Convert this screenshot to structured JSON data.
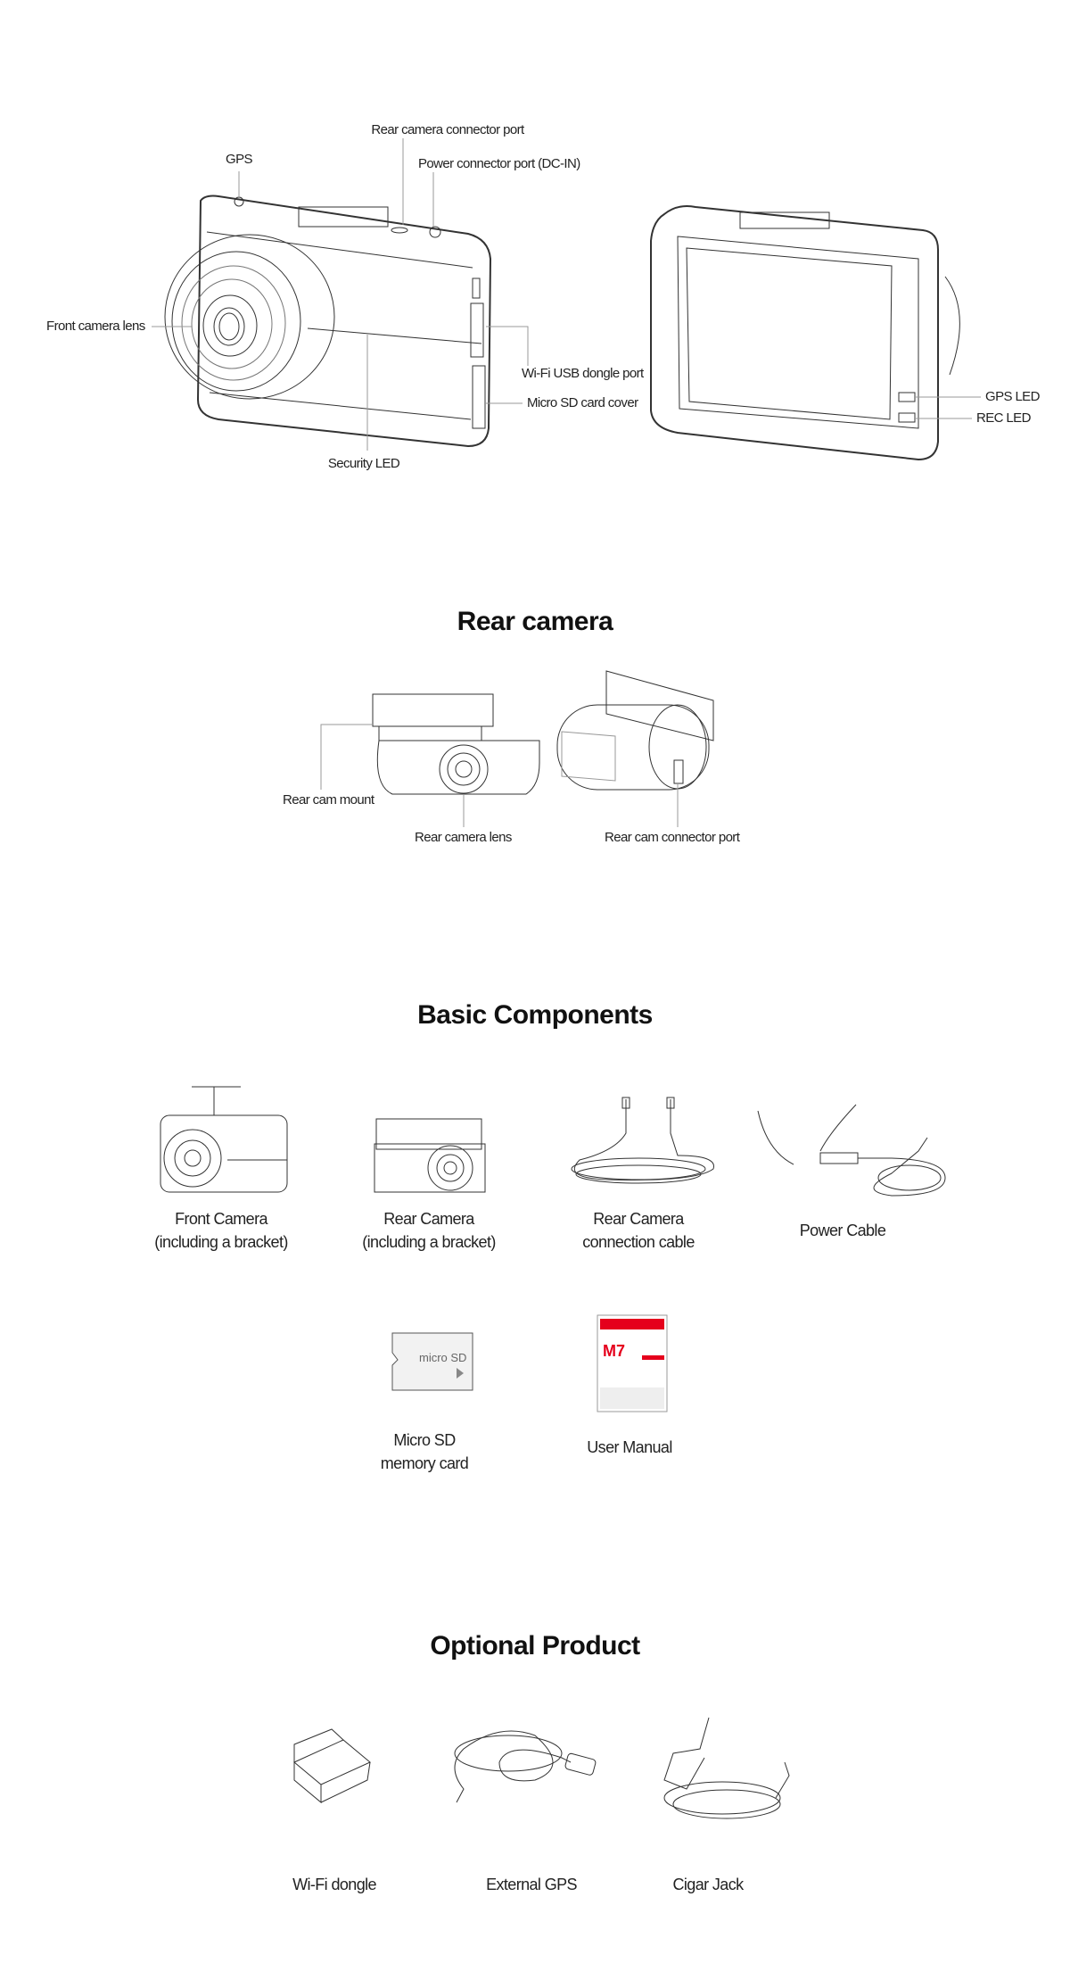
{
  "device_diagram": {
    "labels": {
      "rear_camera_connector_port": "Rear camera connector port",
      "gps": "GPS",
      "power_connector_port": "Power connector port (DC-IN)",
      "front_camera_lens": "Front camera lens",
      "wifi_usb_dongle_port": "Wi-Fi USB dongle port",
      "micro_sd_card_cover": "Micro SD card cover",
      "security_led": "Security LED",
      "gps_led": "GPS LED",
      "rec_led": "REC LED"
    }
  },
  "rear_camera": {
    "title": "Rear camera",
    "labels": {
      "mount": "Rear cam mount",
      "lens": "Rear camera lens",
      "connector_port": "Rear cam connector port"
    }
  },
  "basic_components": {
    "title": "Basic Components",
    "items": [
      {
        "line1": "Front Camera",
        "line2": "(including a bracket)"
      },
      {
        "line1": "Rear Camera",
        "line2": "(including a bracket)"
      },
      {
        "line1": "Rear Camera",
        "line2": "connection cable"
      },
      {
        "line1": "Power Cable",
        "line2": ""
      },
      {
        "line1": "Micro SD",
        "line2": "memory card"
      },
      {
        "line1": "User Manual",
        "line2": ""
      }
    ],
    "manual_cover_text": "M7",
    "sd_card_text": "micro SD"
  },
  "optional_product": {
    "title": "Optional Product",
    "items": [
      {
        "label": "Wi-Fi dongle"
      },
      {
        "label": "External GPS"
      },
      {
        "label": "Cigar Jack"
      }
    ]
  },
  "colors": {
    "accent_red": "#e5001c",
    "line": "#333333",
    "leader": "#999999"
  }
}
